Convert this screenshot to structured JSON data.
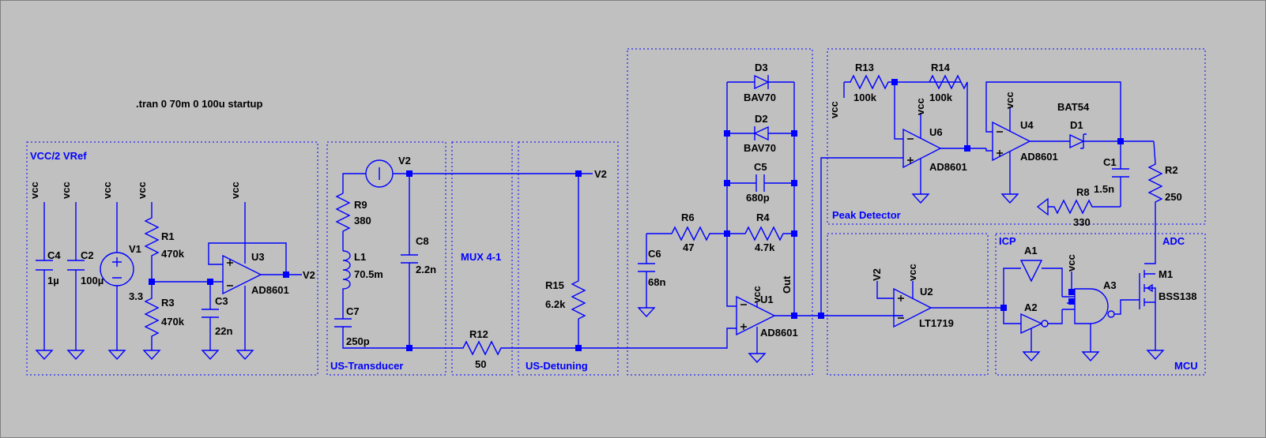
{
  "simulation_directive": ".tran 0 70m 0 100u startup",
  "blocks": {
    "vref": "VCC/2 VRef",
    "transducer": "US-Transducer",
    "mux_title": "MUX 4-1",
    "detuning": "US-Detuning",
    "peak": "Peak Detector",
    "icp": "ICP",
    "adc": "ADC",
    "mcu": "MCU"
  },
  "nets": {
    "vcc": "vcc",
    "v2": "V2",
    "out": "Out"
  },
  "components": {
    "c4": {
      "name": "C4",
      "value": "1µ"
    },
    "c2": {
      "name": "C2",
      "value": "100µ"
    },
    "v1": {
      "name": "V1",
      "value": "3.3"
    },
    "r1": {
      "name": "R1",
      "value": "470k"
    },
    "r3": {
      "name": "R3",
      "value": "470k"
    },
    "c3": {
      "name": "C3",
      "value": "22n"
    },
    "u3": {
      "name": "U3",
      "value": "AD8601"
    },
    "v2src": {
      "name": "V2"
    },
    "r9": {
      "name": "R9",
      "value": "380"
    },
    "l1": {
      "name": "L1",
      "value": "70.5m"
    },
    "c7": {
      "name": "C7",
      "value": "250p"
    },
    "c8": {
      "name": "C8",
      "value": "2.2n"
    },
    "r12": {
      "name": "R12",
      "value": "50"
    },
    "r15": {
      "name": "R15",
      "value": "6.2k"
    },
    "d3": {
      "name": "D3",
      "value": "BAV70"
    },
    "d2": {
      "name": "D2",
      "value": "BAV70"
    },
    "c5": {
      "name": "C5",
      "value": "680p"
    },
    "r4": {
      "name": "R4",
      "value": "4.7k"
    },
    "r6": {
      "name": "R6",
      "value": "47"
    },
    "c6": {
      "name": "C6",
      "value": "68n"
    },
    "u1": {
      "name": "U1",
      "value": "AD8601"
    },
    "r13": {
      "name": "R13",
      "value": "100k"
    },
    "r14": {
      "name": "R14",
      "value": "100k"
    },
    "u6": {
      "name": "U6",
      "value": "AD8601"
    },
    "u4": {
      "name": "U4",
      "value": "AD8601"
    },
    "d1": {
      "name": "D1",
      "value": "BAT54"
    },
    "c1": {
      "name": "C1",
      "value": "1.5n"
    },
    "r8": {
      "name": "R8",
      "value": "330"
    },
    "r2": {
      "name": "R2",
      "value": "250"
    },
    "u2": {
      "name": "U2",
      "value": "LT1719"
    },
    "a1": {
      "name": "A1"
    },
    "a2": {
      "name": "A2"
    },
    "a3": {
      "name": "A3"
    },
    "m1": {
      "name": "M1",
      "value": "BSS138"
    }
  }
}
